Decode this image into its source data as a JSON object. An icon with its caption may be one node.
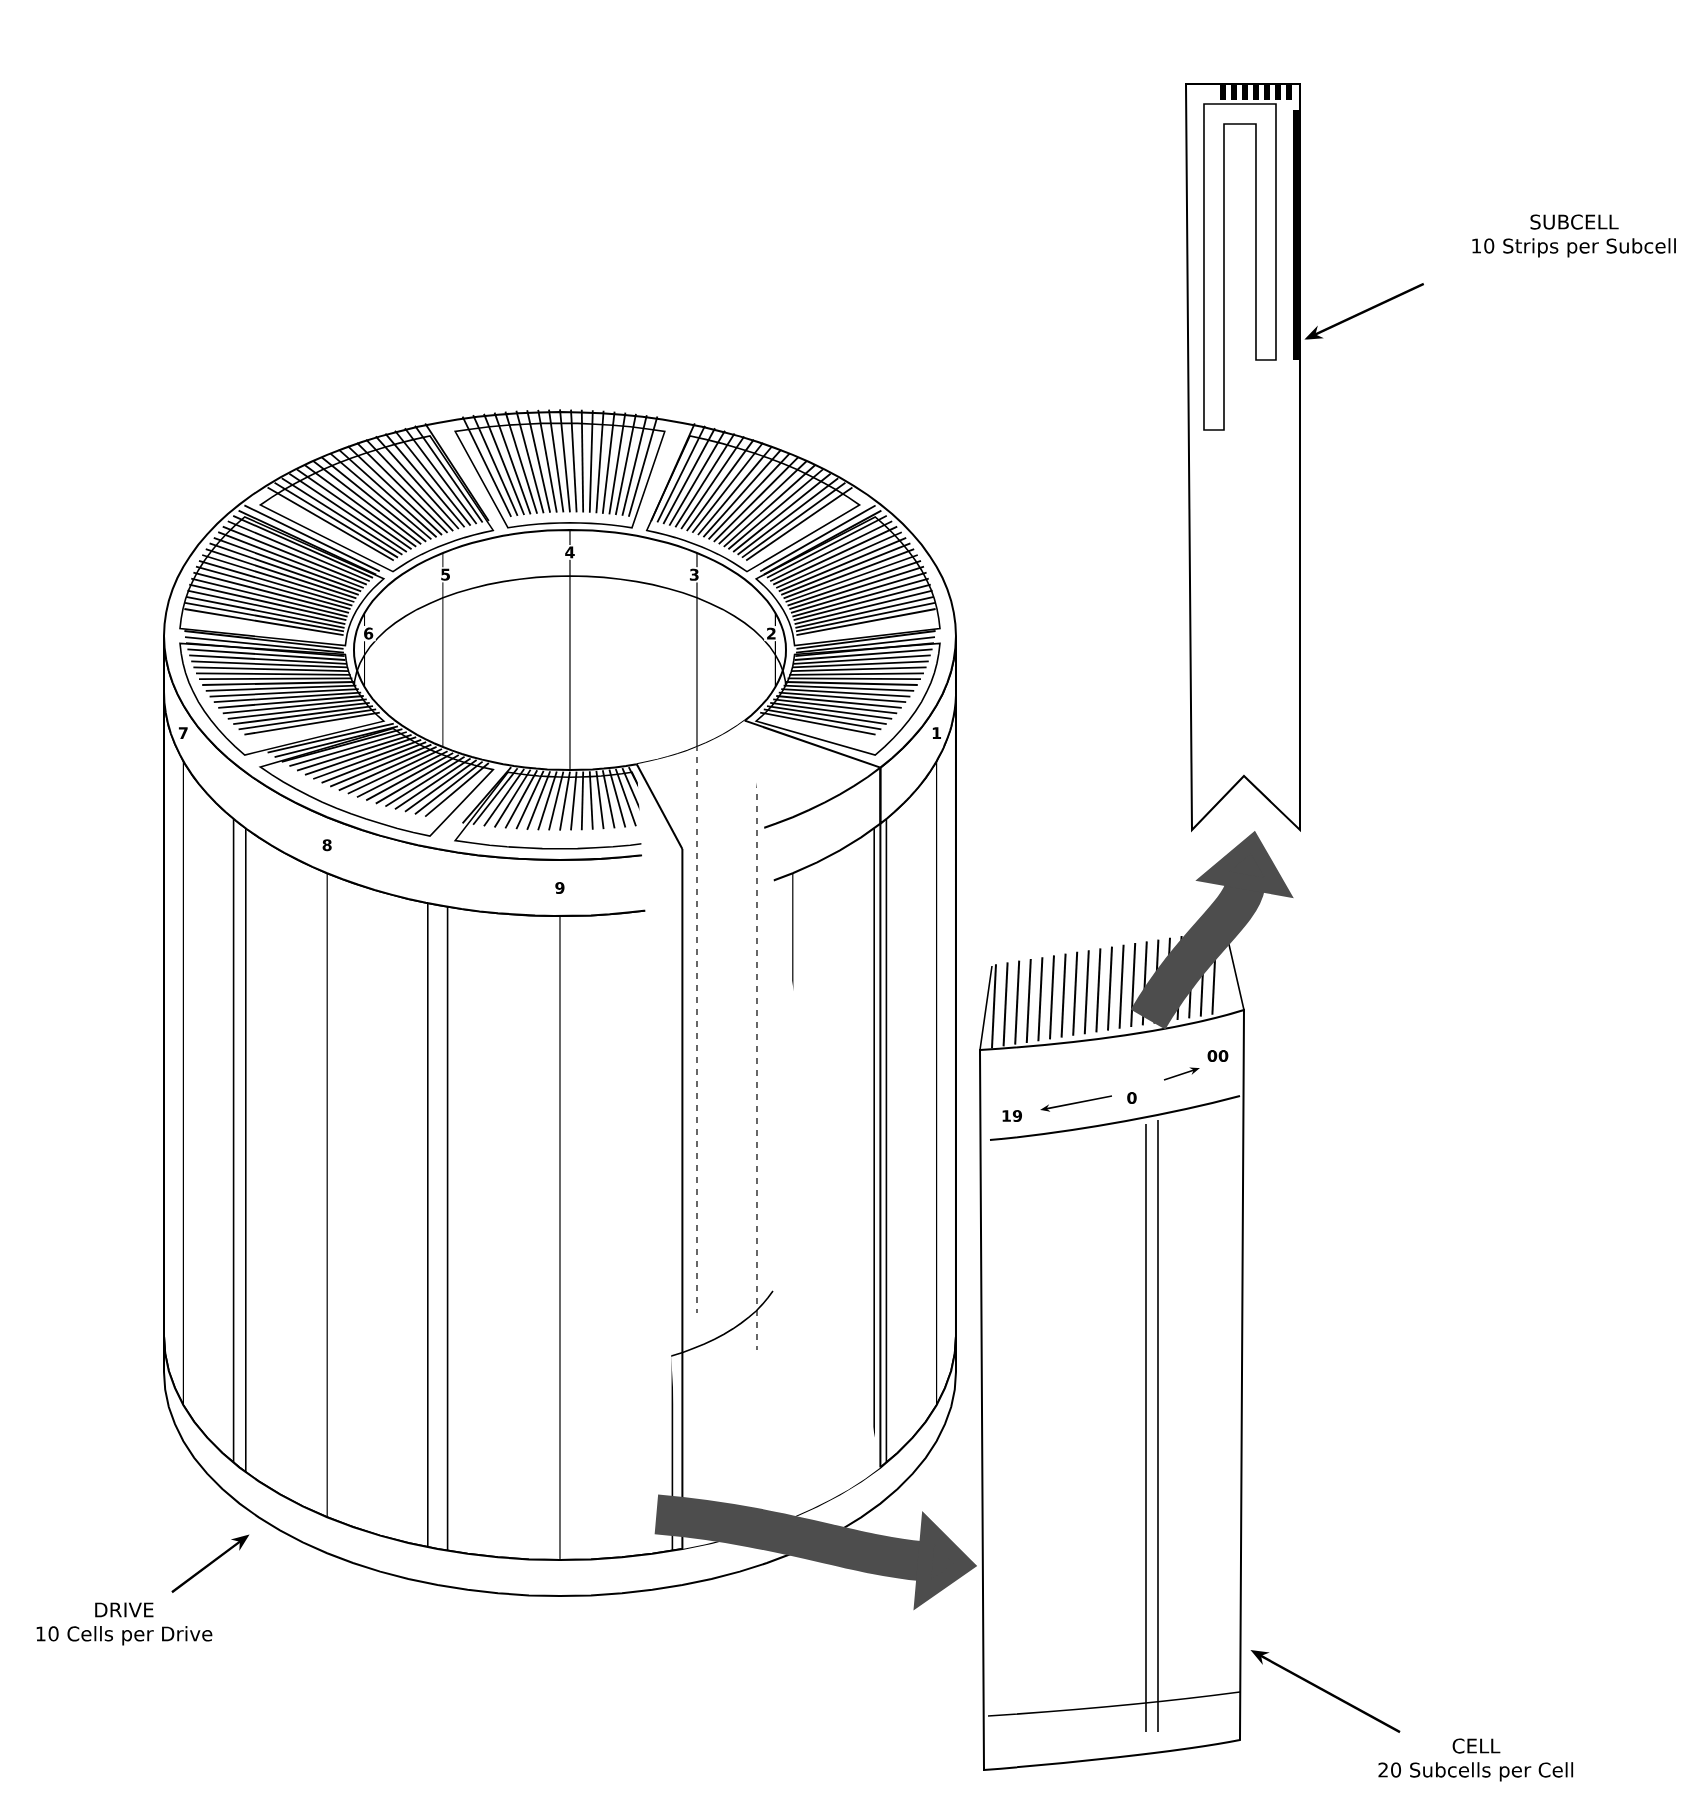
{
  "diagram": {
    "nodes": [
      {
        "text": [
          "SUBCELL",
          "10 Strips per Subcell"
        ]
      },
      {
        "text": [],
        "shape": "picture"
      },
      {
        "text": [
          "DRIVE",
          "10 Cells per Drive"
        ]
      },
      {
        "text": [],
        "shape": "picture"
      },
      {
        "text": [
          "CELL",
          "20 Subcells per Cell"
        ]
      },
      {
        "text": [],
        "shape": "picture"
      }
    ],
    "edges": [
      {
        "from": 0,
        "to": 1,
        "arrow": "to"
      },
      {
        "from": 2,
        "to": 3,
        "arrow": "to"
      },
      {
        "from": 4,
        "to": 5,
        "arrow": "to"
      },
      {
        "from": 3,
        "to": 5,
        "arrow": "to",
        "style": "thick",
        "color": "#4d4d4d"
      },
      {
        "from": 5,
        "to": 1,
        "arrow": "to",
        "style": "thick",
        "color": "#4d4d4d"
      }
    ],
    "labels": [
      "5",
      "4",
      "3",
      "6",
      "2",
      "7",
      "1",
      "8",
      "9",
      "00",
      "19",
      "0"
    ]
  }
}
